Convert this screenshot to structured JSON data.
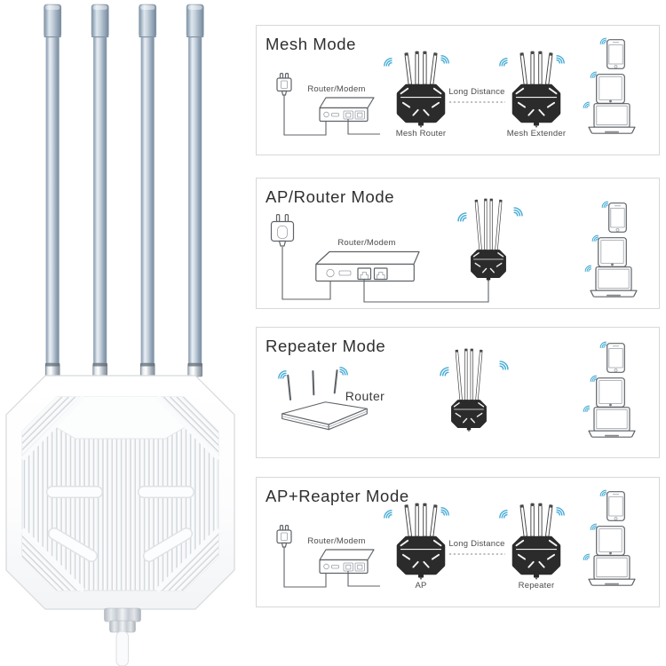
{
  "colors": {
    "wifi_wave": "#45abd6",
    "ap_body": "#2b2b2b",
    "outline": "#5f6368",
    "panel_border": "#d8d8d8",
    "title_text": "#2f2f2f",
    "label_text": "#4c4c4c"
  },
  "product": {
    "antenna_count": 4
  },
  "panels": [
    {
      "title": "Mesh Mode",
      "modem_label": "Router/Modem",
      "link_label": "Long Distance",
      "left_unit_label": "Mesh Router",
      "right_unit_label": "Mesh Extender"
    },
    {
      "title": "AP/Router Mode",
      "modem_label": "Router/Modem"
    },
    {
      "title": "Repeater Mode",
      "router_label": "Router"
    },
    {
      "title": "AP+Reapter Mode",
      "modem_label": "Router/Modem",
      "link_label": "Long Distance",
      "left_unit_label": "AP",
      "right_unit_label": "Repeater"
    }
  ]
}
